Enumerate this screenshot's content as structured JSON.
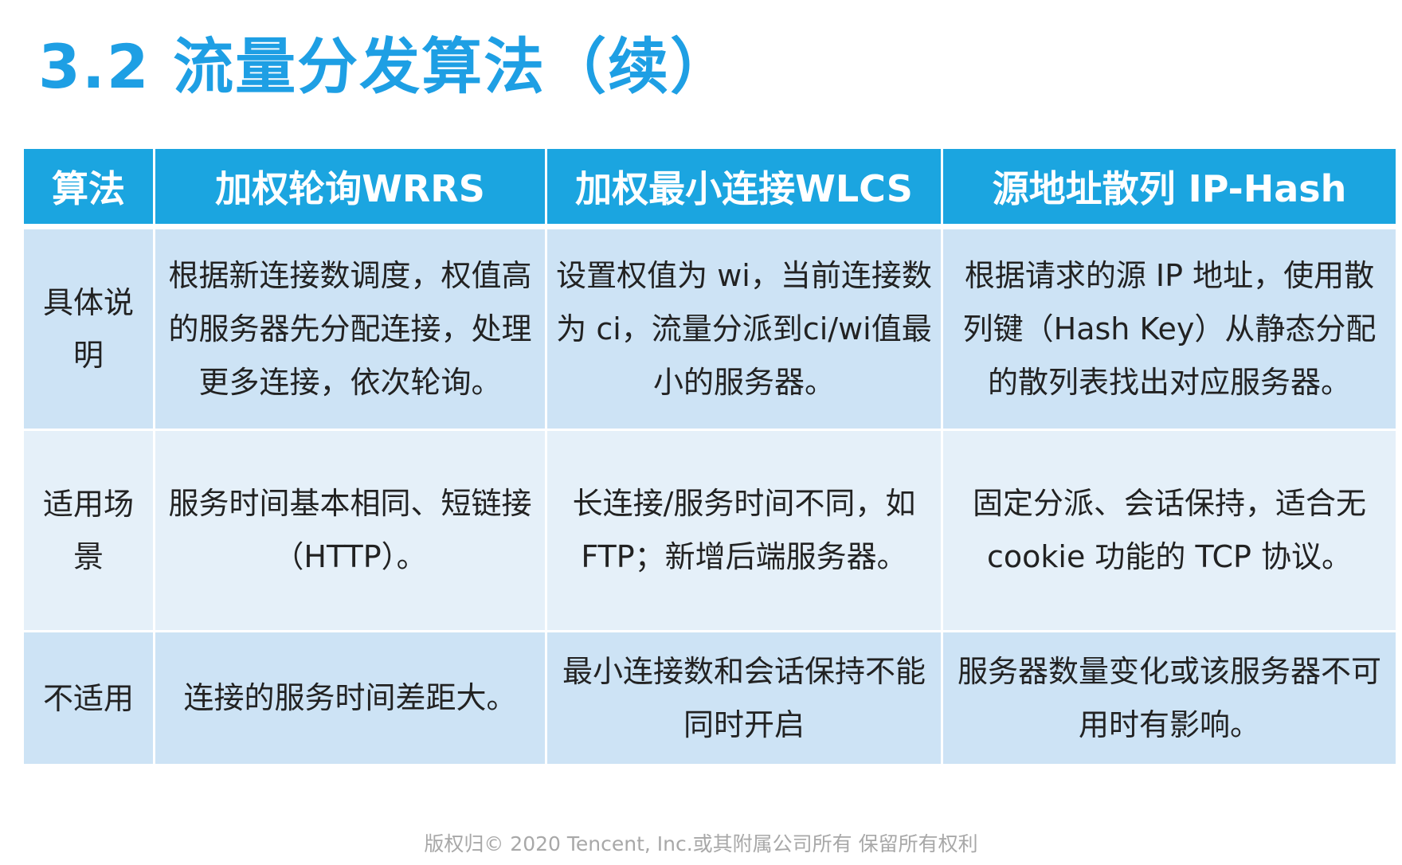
{
  "title": "3.2 流量分发算法（续）",
  "table": {
    "headers": [
      "算法",
      "加权轮询WRRS",
      "加权最小连接WLCS",
      "源地址散列 IP-Hash"
    ],
    "rows": [
      {
        "label": "具体说明",
        "cells": [
          "根据新连接数调度，权值高的服务器先分配连接，处理更多连接，依次轮询。",
          "设置权值为 wi，当前连接数为 ci，流量分派到ci/wi值最小的服务器。",
          "根据请求的源 IP 地址，使用散列键（Hash Key）从静态分配的散列表找出对应服务器。"
        ]
      },
      {
        "label": "适用场景",
        "cells": [
          "服务时间基本相同、短链接（HTTP）。",
          "长连接/服务时间不同，如FTP；新增后端服务器。",
          "固定分派、会话保持，适合无cookie 功能的 TCP 协议。"
        ]
      },
      {
        "label": "不适用",
        "cells": [
          "连接的服务时间差距大。",
          "最小连接数和会话保持不能同时开启",
          "服务器数量变化或该服务器不可用时有影响。"
        ]
      }
    ]
  },
  "footer": "版权归© 2020 Tencent, Inc.或其附属公司所有 保留所有权利",
  "colors": {
    "title": "#1e9fe4",
    "header_bg": "#1ba5e0",
    "row_dark": "#cde3f5",
    "row_light": "#e5f0f9",
    "footer_text": "#a8a8a8"
  }
}
